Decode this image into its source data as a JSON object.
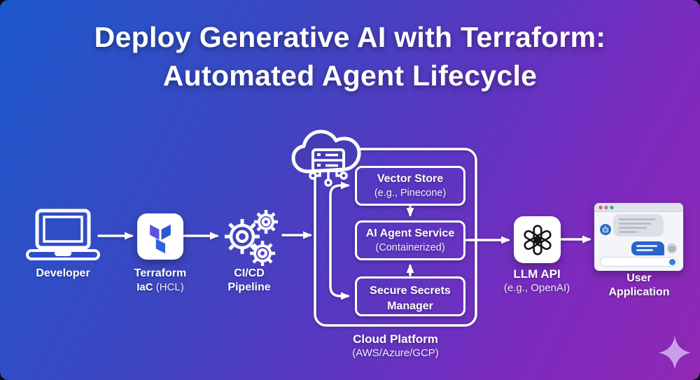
{
  "title": {
    "line1": "Deploy Generative AI with Terraform:",
    "line2": "Automated Agent Lifecycle"
  },
  "nodes": {
    "developer": {
      "label": "Developer"
    },
    "terraform": {
      "line1": "Terraform",
      "line2_bold": "IaC",
      "line2_paren": "(HCL)"
    },
    "cicd": {
      "line1": "CI/CD",
      "line2": "Pipeline"
    },
    "cloud": {
      "line1": "Cloud Platform",
      "line2": "(AWS/Azure/GCP)"
    },
    "vector_store": {
      "line1": "Vector Store",
      "line2": "(e.g., Pinecone)"
    },
    "ai_agent": {
      "line1": "AI Agent Service",
      "line2": "(Containerized)"
    },
    "secrets": {
      "label": "Secure Secrets Manager"
    },
    "llm": {
      "line1": "LLM API",
      "line2": "(e.g., OpenAI)"
    },
    "user_app": {
      "label": "User Application"
    }
  },
  "icons": {
    "developer": "laptop-icon",
    "terraform": "terraform-logo",
    "cicd": "gears-icon",
    "cloud": "cloud-server-icon",
    "llm": "openai-logo",
    "user_app": "browser-chat-window",
    "decor": "sparkle-icon"
  },
  "colors": {
    "bg_gradient_start": "#1d59cc",
    "bg_gradient_mid": "#5b36c0",
    "bg_gradient_end": "#9128b4",
    "line_white": "#ffffff",
    "terraform_light": "#5a54dd",
    "terraform_dark": "#2a58d0",
    "terraform_stem": "#2f63dc",
    "openai_black": "#141414",
    "chat_bot_avatar": "#2e6cc4",
    "chat_user_bubble": "#2a63cc",
    "chat_user_avatar": "#c3c8d2",
    "chat_send": "#2f7fd6",
    "dot_red": "#de5c6c",
    "dot_mid": "#b56cb2",
    "dot_green": "#3aa795",
    "sparkle": "#c9a0e8",
    "cloud_fill": "#463db6"
  }
}
